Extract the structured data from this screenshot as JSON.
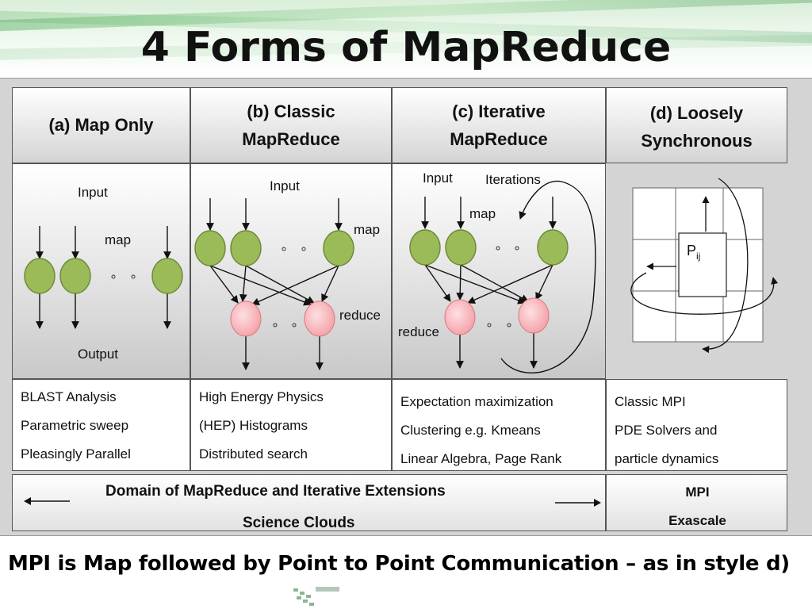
{
  "slide": {
    "title": "4 Forms of MapReduce",
    "footer": "MPI is Map followed by Point to Point Communication – as in style d)"
  },
  "columns": {
    "a": {
      "header": "(a) Map Only",
      "labels": {
        "input": "Input",
        "map": "map",
        "output": "Output"
      },
      "apps": [
        "BLAST Analysis",
        "Parametric sweep",
        "Pleasingly Parallel"
      ]
    },
    "b": {
      "header_line1": "(b) Classic",
      "header_line2": "MapReduce",
      "labels": {
        "input": "Input",
        "map": "map",
        "reduce": "reduce"
      },
      "apps": [
        "High Energy Physics",
        "(HEP) Histograms",
        "Distributed search"
      ]
    },
    "c": {
      "header_line1": "(c) Iterative",
      "header_line2": "MapReduce",
      "labels": {
        "input": "Input",
        "iterations": "Iterations",
        "map": "map",
        "reduce": "reduce"
      },
      "apps": [
        "Expectation maximization",
        "Clustering e.g. Kmeans",
        "Linear Algebra, Page Rank"
      ]
    },
    "d": {
      "header_line1": "(d) Loosely",
      "header_line2": "Synchronous",
      "labels": {
        "p": "P",
        "p_sub": "ij"
      },
      "apps": [
        "Classic MPI",
        "PDE Solvers and",
        "particle dynamics"
      ]
    }
  },
  "domain_bar": {
    "left_title": "Domain of MapReduce and Iterative Extensions",
    "left_sub": "Science Clouds",
    "right_title": "MPI",
    "right_sub": "Exascale"
  },
  "colors": {
    "map_node": "#9bbb59",
    "reduce_node": "#f7a8ae",
    "panel": "#d4d4d4"
  }
}
